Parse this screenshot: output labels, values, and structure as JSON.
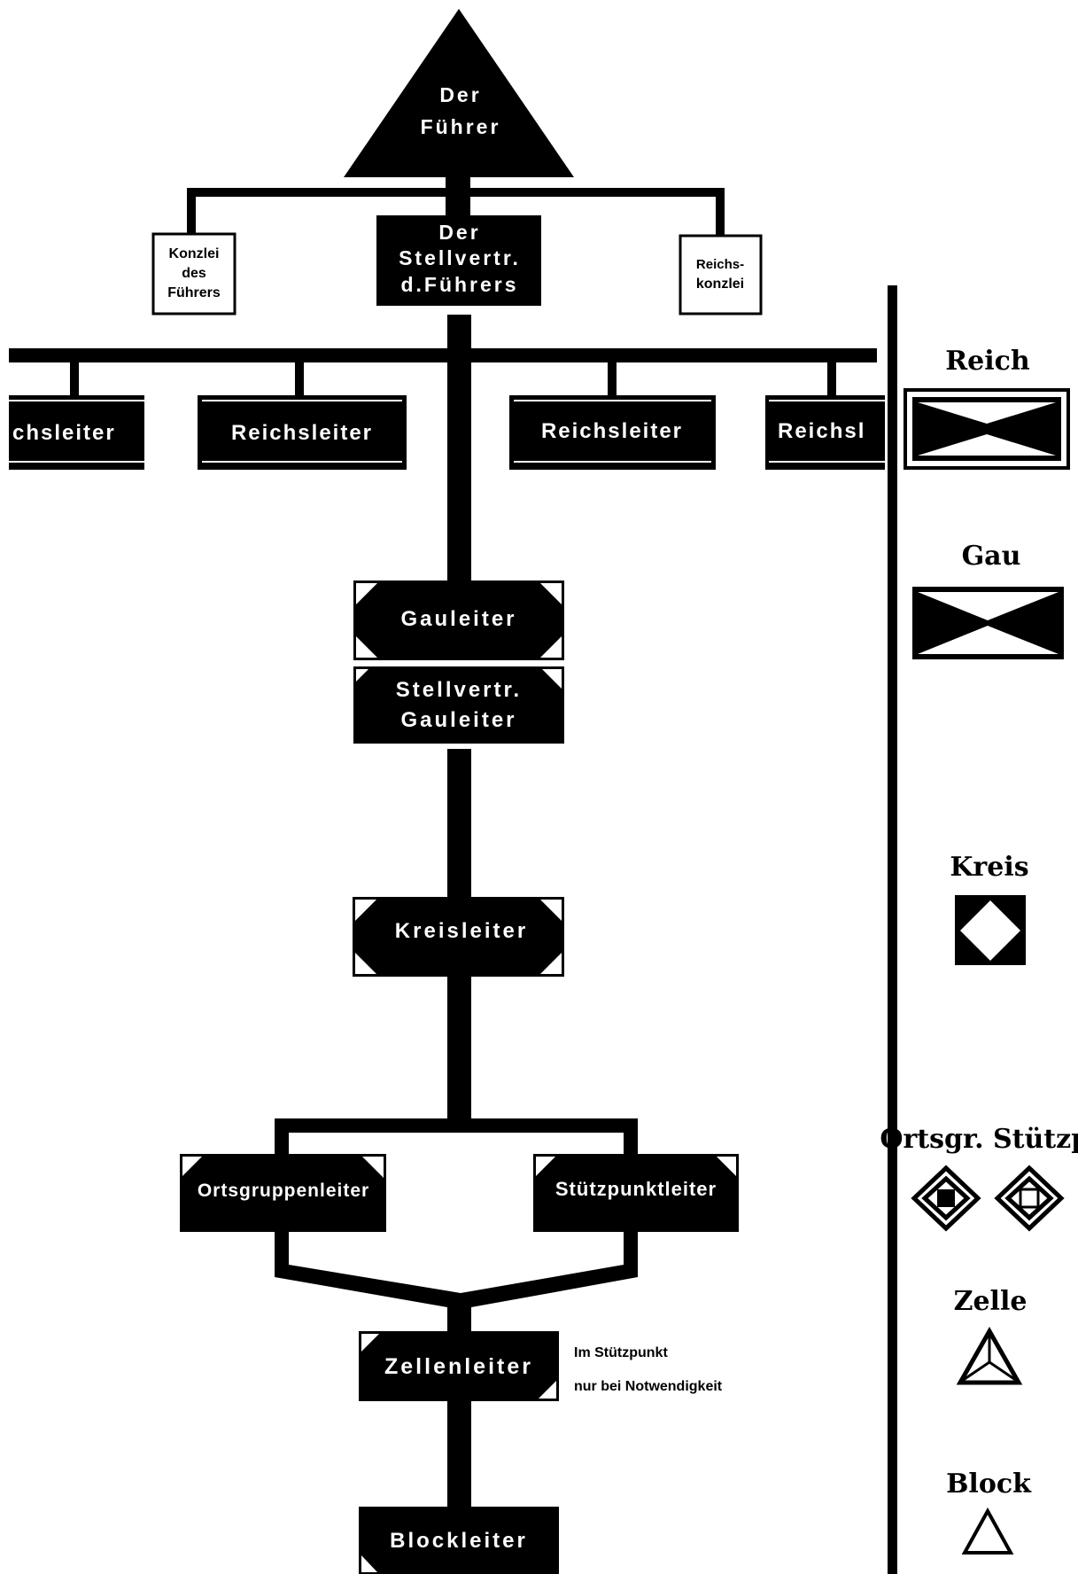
{
  "fuehrer": {
    "line1": "Der",
    "line2": "Führer"
  },
  "kanzlei": {
    "line1": "Konzlei",
    "line2": "des",
    "line3": "Führers"
  },
  "stellvertreter": {
    "line1": "Der",
    "line2": "Stellvertr.",
    "line3": "d.Führers"
  },
  "reichskanzlei": {
    "line1": "Reichs-",
    "line2": "konzlei"
  },
  "reichsleiter": [
    "chsleiter",
    "Reichsleiter",
    "Reichsleiter",
    "Reichsl"
  ],
  "gauleiter": "Gauleiter",
  "stellv_gauleiter": {
    "line1": "Stellvertr.",
    "line2": "Gauleiter"
  },
  "kreisleiter": "Kreisleiter",
  "ortsgruppenleiter": "Ortsgruppenleiter",
  "stuetzpunktleiter": "Stützpunktleiter",
  "zellenleiter": "Zellenleiter",
  "zellen_note": {
    "line1": "Im Stützpunkt",
    "line2": "nur bei Notwendigkeit"
  },
  "blockleiter": "Blockleiter",
  "legend": {
    "reich": "Reich",
    "gau": "Gau",
    "kreis": "Kreis",
    "ortsgr_stuetzp": "Ortsgr. Stützp.",
    "zelle": "Zelle",
    "block": "Block"
  },
  "colors": {
    "ink": "#000000",
    "paper": "#ffffff"
  }
}
